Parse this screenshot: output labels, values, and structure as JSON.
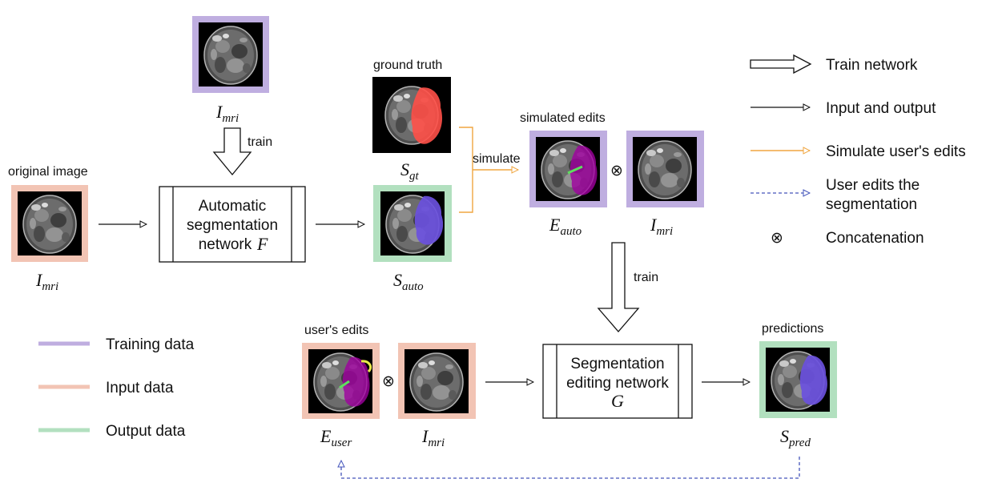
{
  "colors": {
    "training": "#bfaee0",
    "input": "#f2c4b4",
    "output": "#b2e0bf",
    "simulate": "#f0a640",
    "user_edit": "#4455bb",
    "gt_mask": "#ff5048",
    "pred_mask": "#6a50dd",
    "edit_mask": "#a000a0"
  },
  "labels": {
    "original_image": "original image",
    "ground_truth": "ground truth",
    "simulated_edits": "simulated edits",
    "users_edits": "user's edits",
    "predictions": "predictions",
    "train_top": "train",
    "train_mid": "train",
    "simulate": "simulate"
  },
  "math": {
    "imri_base": "I",
    "imri_sub": "mri",
    "s_base": "S",
    "gt_sub": "gt",
    "auto_sub": "auto",
    "pred_sub": "pred",
    "e_base": "E",
    "user_sub": "user",
    "concat_symbol": "⊗"
  },
  "boxes": {
    "f_line1": "Automatic",
    "f_line2": "segmentation",
    "f_line3": "network",
    "f_var": "F",
    "g_line1": "Segmentation",
    "g_line2": "editing network",
    "g_var": "G"
  },
  "legend": {
    "train_network": "Train network",
    "input_output": "Input and output",
    "simulate_edits": "Simulate user's edits",
    "user_edits_line1": "User edits the",
    "user_edits_line2": "segmentation",
    "concatenation": "Concatenation",
    "training_data": "Training data",
    "input_data": "Input data",
    "output_data": "Output data"
  },
  "icons": [
    "mri-scan-icon",
    "hollow-arrow-icon",
    "arrow-right-icon",
    "concatenation-icon"
  ]
}
